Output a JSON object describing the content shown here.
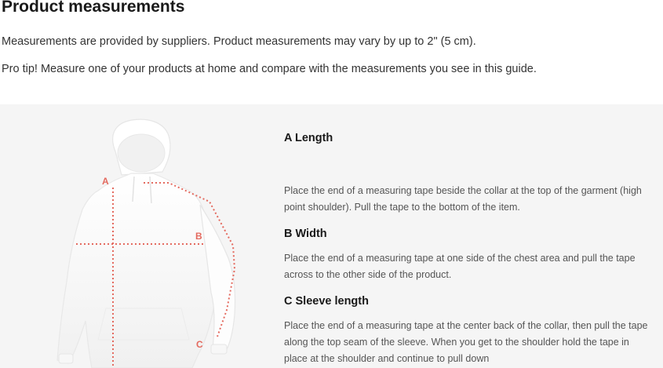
{
  "header": {
    "title": "Product measurements",
    "intro_1": "Measurements are provided by suppliers. Product measurements may vary by up to 2\" (5 cm).",
    "intro_2": "Pro tip! Measure one of your products at home and compare with the measurements you see in this guide."
  },
  "illustration": {
    "marker_a": "A",
    "marker_b": "B",
    "marker_c": "C",
    "accent_color": "#e46a5f"
  },
  "measurements": [
    {
      "title": "A Length",
      "description": "Place the end of a measuring tape beside the collar at the top of the garment (high point shoulder). Pull the tape to the bottom of the item."
    },
    {
      "title": "B Width",
      "description": "Place the end of a measuring tape at one side of the chest area and pull the tape across to the other side of the product."
    },
    {
      "title": "C Sleeve length",
      "description": "Place the end of a measuring tape at the center back of the collar, then pull the tape along the top seam of the sleeve. When you get to the shoulder hold the tape in place at the shoulder and continue to pull down"
    }
  ]
}
